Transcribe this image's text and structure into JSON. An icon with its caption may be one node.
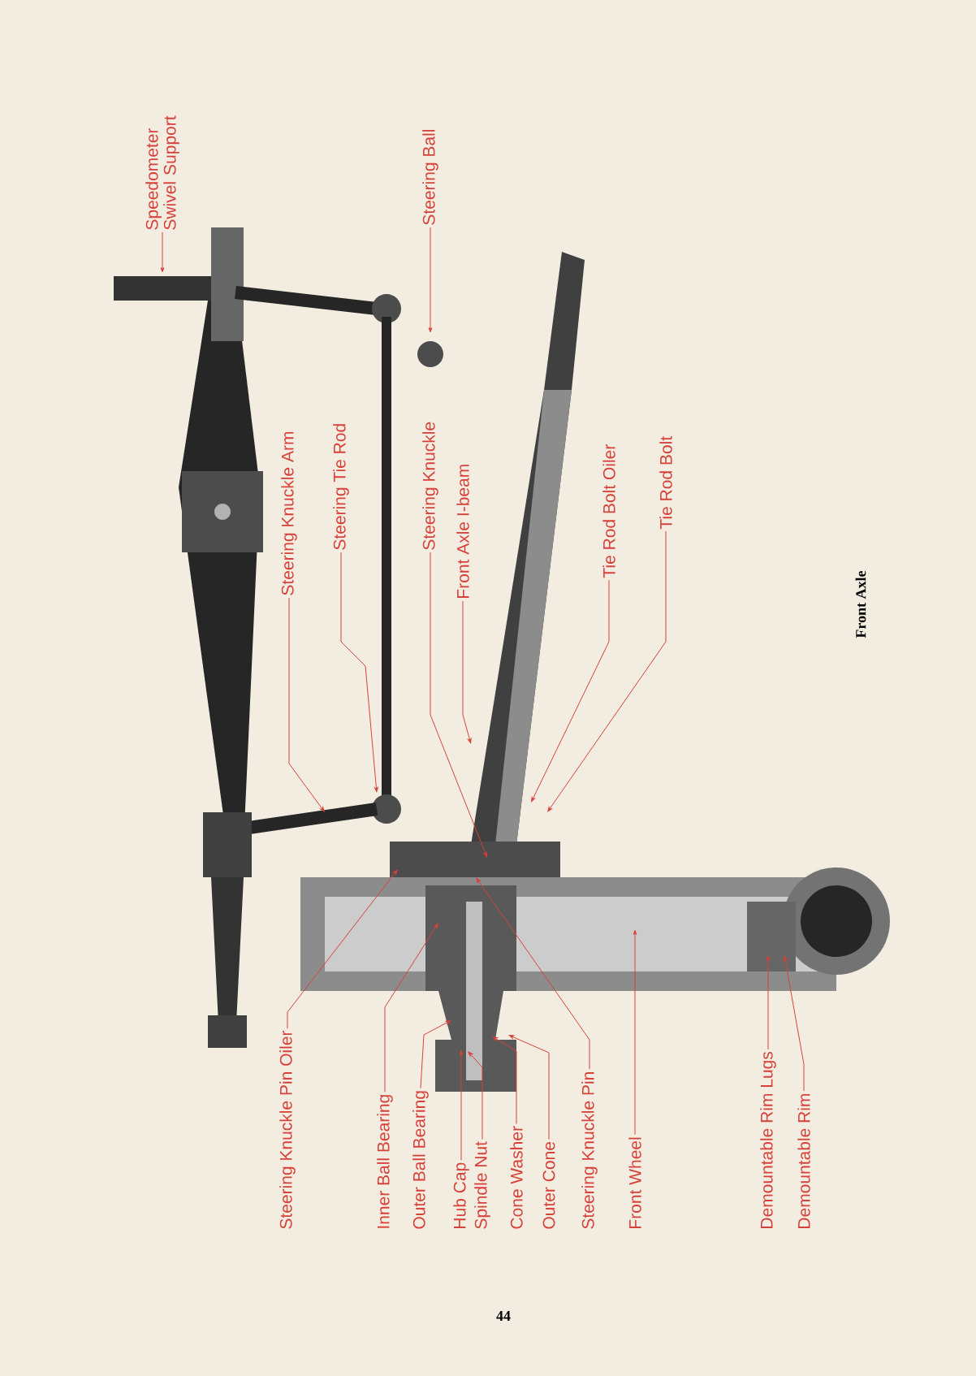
{
  "diagram": {
    "title": "Front Axle",
    "nodes": [
      {
        "text": [
          "Speedometer Swivel Support"
        ]
      },
      {
        "text": [
          "Steering Ball"
        ]
      },
      {
        "text": [
          "Steering Knuckle Arm"
        ]
      },
      {
        "text": [
          "Steering Tie Rod"
        ]
      },
      {
        "text": [
          "Steering Knuckle"
        ]
      },
      {
        "text": [
          "Front Axle I-beam"
        ]
      },
      {
        "text": [
          "Tie Rod Bolt Oiler"
        ]
      },
      {
        "text": [
          "Tie Rod Bolt"
        ]
      },
      {
        "text": [
          "Steering Knuckle Pin Oiler"
        ]
      },
      {
        "text": [
          "Inner Ball Bearing"
        ]
      },
      {
        "text": [
          "Outer Ball Bearing"
        ]
      },
      {
        "text": [
          "Hub Cap"
        ]
      },
      {
        "text": [
          "Spindle Nut"
        ]
      },
      {
        "text": [
          "Cone Washer"
        ]
      },
      {
        "text": [
          "Outer Cone"
        ]
      },
      {
        "text": [
          "Steering Knuckle Pin"
        ]
      },
      {
        "text": [
          "Front Wheel"
        ]
      },
      {
        "text": [
          "Demountable Rim Lugs"
        ]
      },
      {
        "text": [
          "Demountable Rim"
        ]
      }
    ],
    "edges": [
      {
        "from": 0,
        "to": null,
        "arrow": "to"
      },
      {
        "from": 1,
        "to": null,
        "arrow": "to"
      },
      {
        "from": 2,
        "to": null,
        "arrow": "to"
      },
      {
        "from": 3,
        "to": null,
        "arrow": "to"
      },
      {
        "from": 4,
        "to": null,
        "arrow": "to"
      },
      {
        "from": 5,
        "to": null,
        "arrow": "to"
      },
      {
        "from": 6,
        "to": null,
        "arrow": "to"
      },
      {
        "from": 7,
        "to": null,
        "arrow": "to"
      },
      {
        "from": 8,
        "to": null,
        "arrow": "to"
      },
      {
        "from": 9,
        "to": null,
        "arrow": "to"
      },
      {
        "from": 10,
        "to": null,
        "arrow": "to"
      },
      {
        "from": 11,
        "to": null,
        "arrow": "to"
      },
      {
        "from": 12,
        "to": null,
        "arrow": "to"
      },
      {
        "from": 13,
        "to": null,
        "arrow": "to"
      },
      {
        "from": 14,
        "to": null,
        "arrow": "to"
      },
      {
        "from": 15,
        "to": null,
        "arrow": "to"
      },
      {
        "from": 16,
        "to": null,
        "arrow": "to"
      },
      {
        "from": 17,
        "to": null,
        "arrow": "to"
      },
      {
        "from": 18,
        "to": null,
        "arrow": "to"
      }
    ],
    "labels": [
      "44"
    ]
  }
}
